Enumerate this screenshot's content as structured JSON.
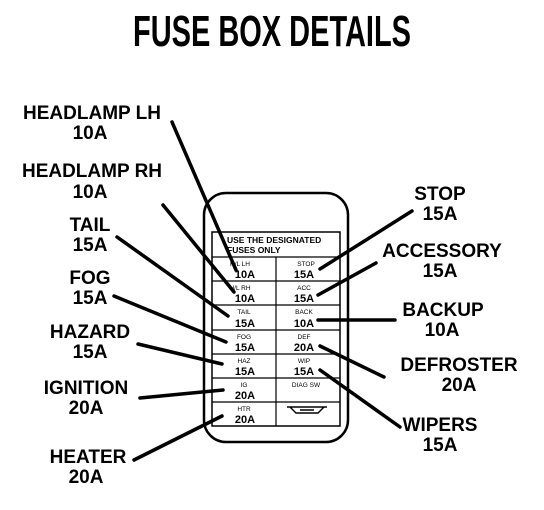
{
  "title": "FUSE BOX DETAILS",
  "box_header": [
    "USE THE DESIGNATED",
    "FUSES ONLY"
  ],
  "left_fuses": [
    {
      "cell_name": "H/L LH",
      "cell_amp": "10A",
      "label": "HEADLAMP LH",
      "amp": "10A"
    },
    {
      "cell_name": "H/L RH",
      "cell_amp": "10A",
      "label": "HEADLAMP RH",
      "amp": "10A"
    },
    {
      "cell_name": "TAIL",
      "cell_amp": "15A",
      "label": "TAIL",
      "amp": "15A"
    },
    {
      "cell_name": "FOG",
      "cell_amp": "15A",
      "label": "FOG",
      "amp": "15A"
    },
    {
      "cell_name": "HAZ",
      "cell_amp": "15A",
      "label": "HAZARD",
      "amp": "15A"
    },
    {
      "cell_name": "IG",
      "cell_amp": "20A",
      "label": "IGNITION",
      "amp": "20A"
    },
    {
      "cell_name": "HTR",
      "cell_amp": "20A",
      "label": "HEATER",
      "amp": "20A"
    }
  ],
  "right_fuses": [
    {
      "cell_name": "STOP",
      "cell_amp": "15A",
      "label": "STOP",
      "amp": "15A"
    },
    {
      "cell_name": "ACC",
      "cell_amp": "15A",
      "label": "ACCESSORY",
      "amp": "15A"
    },
    {
      "cell_name": "BACK",
      "cell_amp": "10A",
      "label": "BACKUP",
      "amp": "10A"
    },
    {
      "cell_name": "DEF",
      "cell_amp": "20A",
      "label": "DEFROSTER",
      "amp": "20A"
    },
    {
      "cell_name": "WIP",
      "cell_amp": "15A",
      "label": "WIPERS",
      "amp": "15A"
    }
  ],
  "diag_switch": "DIAG SW"
}
